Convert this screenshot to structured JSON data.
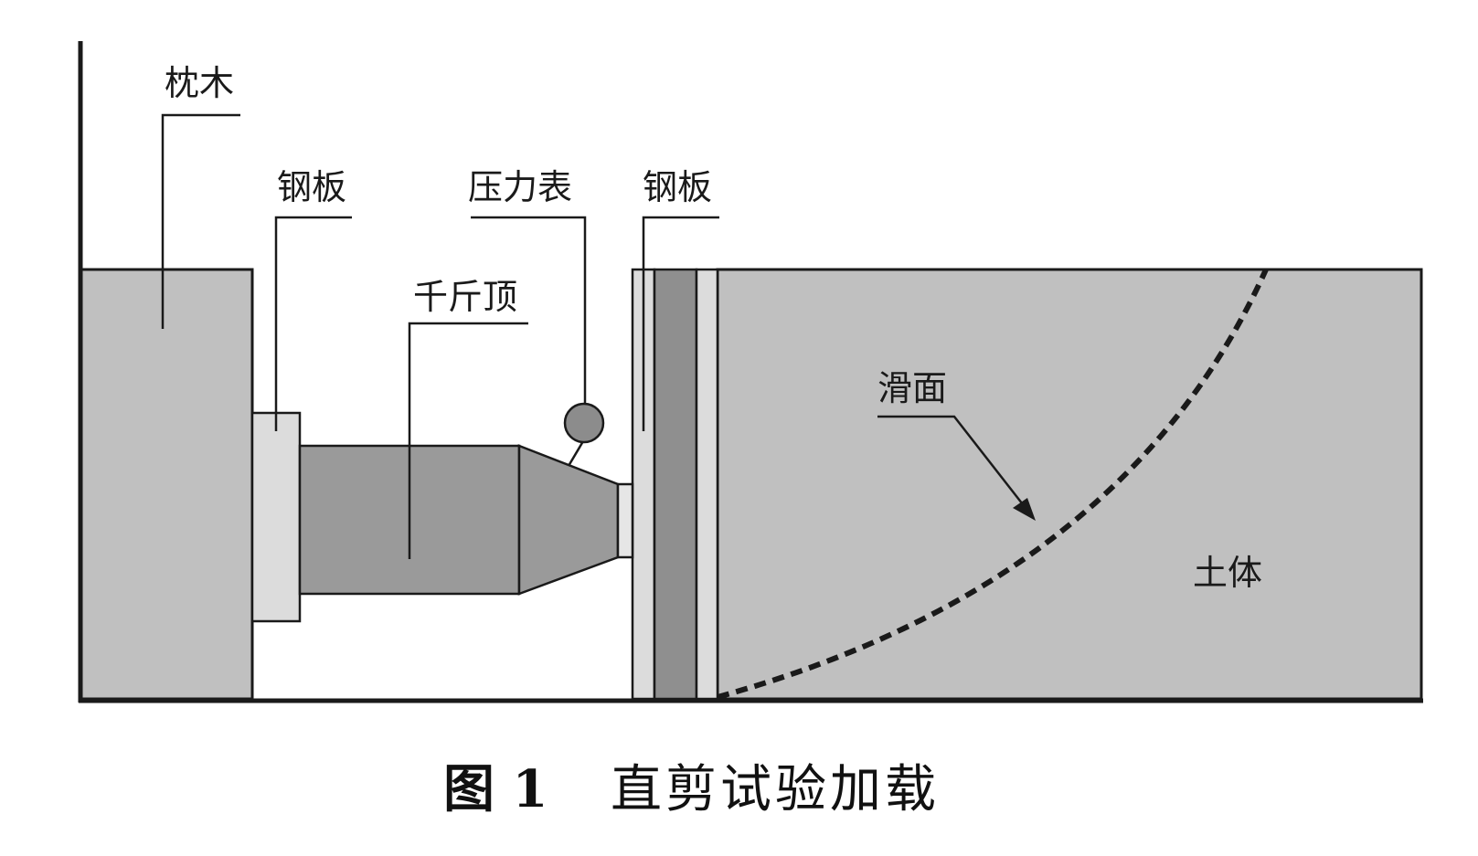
{
  "labels": {
    "sleeper": "枕木",
    "steel_plate_left": "钢板",
    "pressure_gauge": "压力表",
    "steel_plate_right": "钢板",
    "jack": "千斤顶",
    "slip_surface": "滑面",
    "soil": "土体"
  },
  "caption": {
    "number": "图 1",
    "text": "直剪试验加载"
  },
  "colors": {
    "soil_fill": "#c0c0c0",
    "sleeper_fill": "#c0c0c0",
    "plate_light": "#dcdcdc",
    "plate_dark": "#8f8f8f",
    "jack_fill": "#9a9a9a",
    "gauge_fill": "#8c8c8c",
    "line": "#1a1a1a"
  }
}
